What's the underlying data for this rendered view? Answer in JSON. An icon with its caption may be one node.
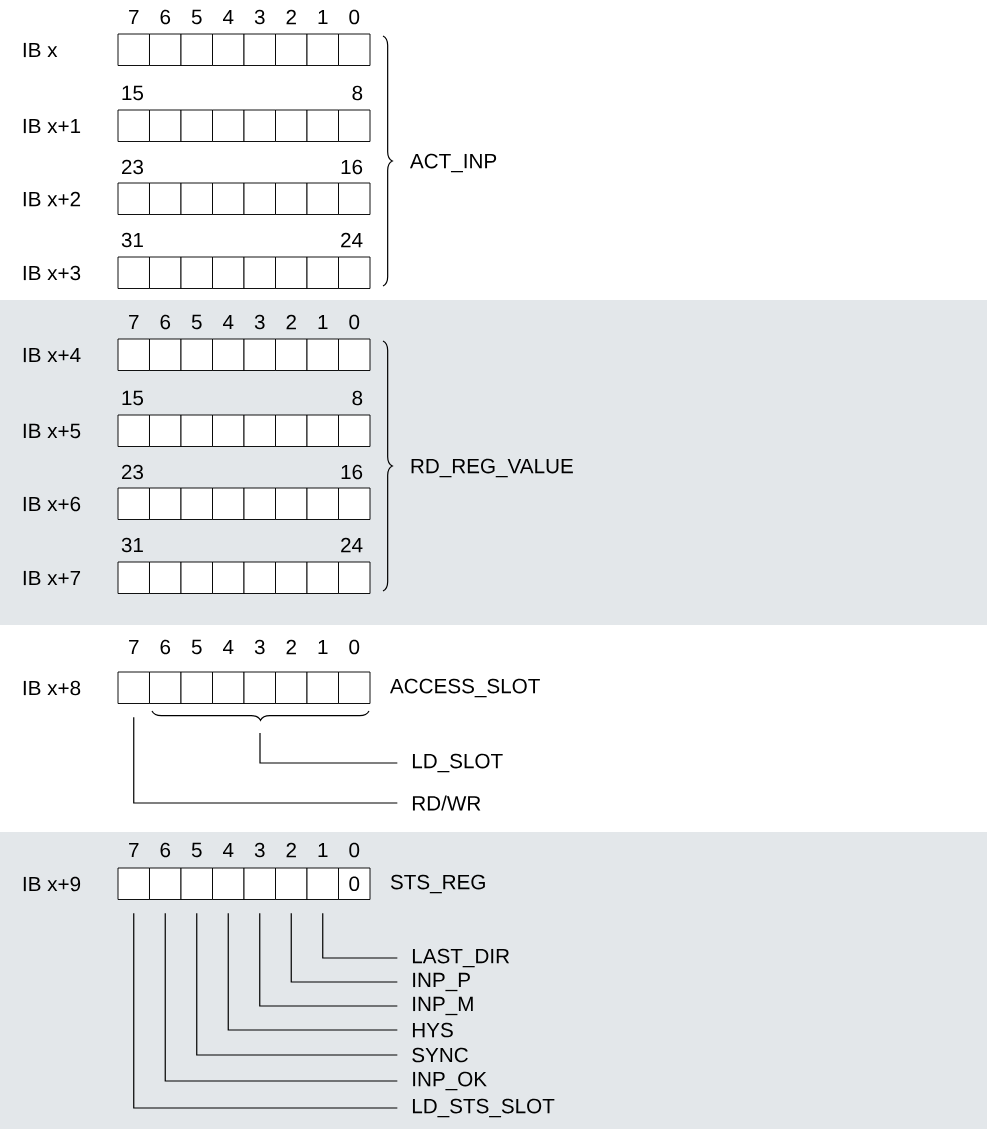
{
  "diagram": {
    "nodes": [
      {
        "text": [],
        "shape": "box"
      },
      {
        "text": [],
        "shape": "box"
      },
      {
        "text": [],
        "shape": "box"
      },
      {
        "text": [],
        "shape": "box"
      },
      {
        "text": [],
        "shape": "box"
      },
      {
        "text": [],
        "shape": "box"
      },
      {
        "text": [],
        "shape": "box"
      },
      {
        "text": [],
        "shape": "box"
      },
      {
        "text": [],
        "shape": "box"
      },
      {
        "text": [],
        "shape": "box"
      },
      {
        "text": [],
        "shape": "box"
      },
      {
        "text": [],
        "shape": "box"
      },
      {
        "text": [],
        "shape": "box"
      },
      {
        "text": [],
        "shape": "box"
      },
      {
        "text": [],
        "shape": "box"
      },
      {
        "text": [],
        "shape": "box"
      },
      {
        "text": [],
        "shape": "box"
      },
      {
        "text": [],
        "shape": "box"
      },
      {
        "text": [],
        "shape": "box"
      },
      {
        "text": [],
        "shape": "box"
      },
      {
        "text": [],
        "shape": "box"
      },
      {
        "text": [],
        "shape": "box"
      },
      {
        "text": [],
        "shape": "box"
      },
      {
        "text": [],
        "shape": "box"
      },
      {
        "text": [],
        "shape": "box"
      },
      {
        "text": [],
        "shape": "box"
      },
      {
        "text": [],
        "shape": "box"
      },
      {
        "text": [],
        "shape": "box"
      },
      {
        "text": [],
        "shape": "box"
      },
      {
        "text": [],
        "shape": "box"
      },
      {
        "text": [],
        "shape": "box"
      },
      {
        "text": [],
        "shape": "box"
      },
      {
        "text": [],
        "shape": "box"
      },
      {
        "text": [],
        "shape": "box"
      },
      {
        "text": [],
        "shape": "box"
      },
      {
        "text": [],
        "shape": "box"
      },
      {
        "text": [],
        "shape": "box"
      },
      {
        "text": [],
        "shape": "box"
      },
      {
        "text": [],
        "shape": "box"
      },
      {
        "text": [],
        "shape": "box"
      },
      {
        "text": [],
        "shape": "box"
      },
      {
        "text": [],
        "shape": "box"
      },
      {
        "text": [],
        "shape": "box"
      },
      {
        "text": [],
        "shape": "box"
      },
      {
        "text": [],
        "shape": "box"
      },
      {
        "text": [],
        "shape": "box"
      },
      {
        "text": [],
        "shape": "box"
      },
      {
        "text": [],
        "shape": "box"
      },
      {
        "text": [],
        "shape": "box"
      },
      {
        "text": [],
        "shape": "box"
      },
      {
        "text": [],
        "shape": "box"
      },
      {
        "text": [],
        "shape": "box"
      },
      {
        "text": [],
        "shape": "box"
      },
      {
        "text": [],
        "shape": "box"
      },
      {
        "text": [],
        "shape": "box"
      },
      {
        "text": [],
        "shape": "box"
      },
      {
        "text": [],
        "shape": "box"
      },
      {
        "text": [],
        "shape": "box"
      },
      {
        "text": [],
        "shape": "box"
      },
      {
        "text": [],
        "shape": "box"
      },
      {
        "text": [],
        "shape": "box"
      },
      {
        "text": [],
        "shape": "box"
      },
      {
        "text": [],
        "shape": "box"
      },
      {
        "text": [],
        "shape": "box"
      },
      {
        "text": [],
        "shape": "box"
      },
      {
        "text": [],
        "shape": "box"
      },
      {
        "text": [],
        "shape": "box"
      },
      {
        "text": [],
        "shape": "box"
      },
      {
        "text": [],
        "shape": "box"
      },
      {
        "text": [],
        "shape": "box"
      },
      {
        "text": [],
        "shape": "box"
      },
      {
        "text": [],
        "shape": "box"
      },
      {
        "text": [],
        "shape": "box"
      },
      {
        "text": [],
        "shape": "box"
      },
      {
        "text": [],
        "shape": "box"
      },
      {
        "text": [],
        "shape": "box"
      },
      {
        "text": [],
        "shape": "box"
      },
      {
        "text": [],
        "shape": "box"
      },
      {
        "text": [],
        "shape": "box"
      },
      {
        "text": [
          "0"
        ]
      },
      {
        "text": [
          "LD_SLOT"
        ]
      },
      {
        "text": [
          "RD/WR"
        ]
      },
      {
        "text": [
          "LAST_DIR"
        ]
      },
      {
        "text": [
          "INP_P"
        ]
      },
      {
        "text": [
          "INP_M"
        ]
      },
      {
        "text": [
          "HYS"
        ]
      },
      {
        "text": [
          "SYNC"
        ]
      },
      {
        "text": [
          "INP_OK"
        ]
      },
      {
        "text": [
          "LD_STS_SLOT"
        ]
      }
    ],
    "edges": [
      {
        "from": 80,
        "to": null,
        "arrow": "none"
      },
      {
        "from": 81,
        "to": 64,
        "arrow": "none"
      },
      {
        "from": 82,
        "to": 78,
        "arrow": "none"
      },
      {
        "from": 83,
        "to": 77,
        "arrow": "none"
      },
      {
        "from": 84,
        "to": 76,
        "arrow": "none"
      },
      {
        "from": 85,
        "to": 75,
        "arrow": "none"
      },
      {
        "from": 86,
        "to": 74,
        "arrow": "none"
      },
      {
        "from": 87,
        "to": 73,
        "arrow": "none"
      },
      {
        "from": 88,
        "to": 72,
        "arrow": "none"
      }
    ],
    "labels": [
      "7",
      "6",
      "5",
      "4",
      "3",
      "2",
      "1",
      "0",
      "IB x",
      "15",
      "8",
      "IB x+1",
      "23",
      "16",
      "ACT_INP",
      "IB x+2",
      "31",
      "24",
      "IB x+3",
      "7",
      "6",
      "5",
      "4",
      "3",
      "2",
      "1",
      "0",
      "IB x+4",
      "15",
      "8",
      "IB x+5",
      "23",
      "16",
      "RD_REG_VALUE",
      "IB x+6",
      "31",
      "24",
      "IB x+7",
      "7",
      "6",
      "5",
      "4",
      "3",
      "2",
      "1",
      "0",
      "IB x+8",
      "ACCESS_SLOT",
      "7",
      "6",
      "5",
      "4",
      "3",
      "2",
      "1",
      "0",
      "IB x+9",
      "STS_REG"
    ]
  }
}
